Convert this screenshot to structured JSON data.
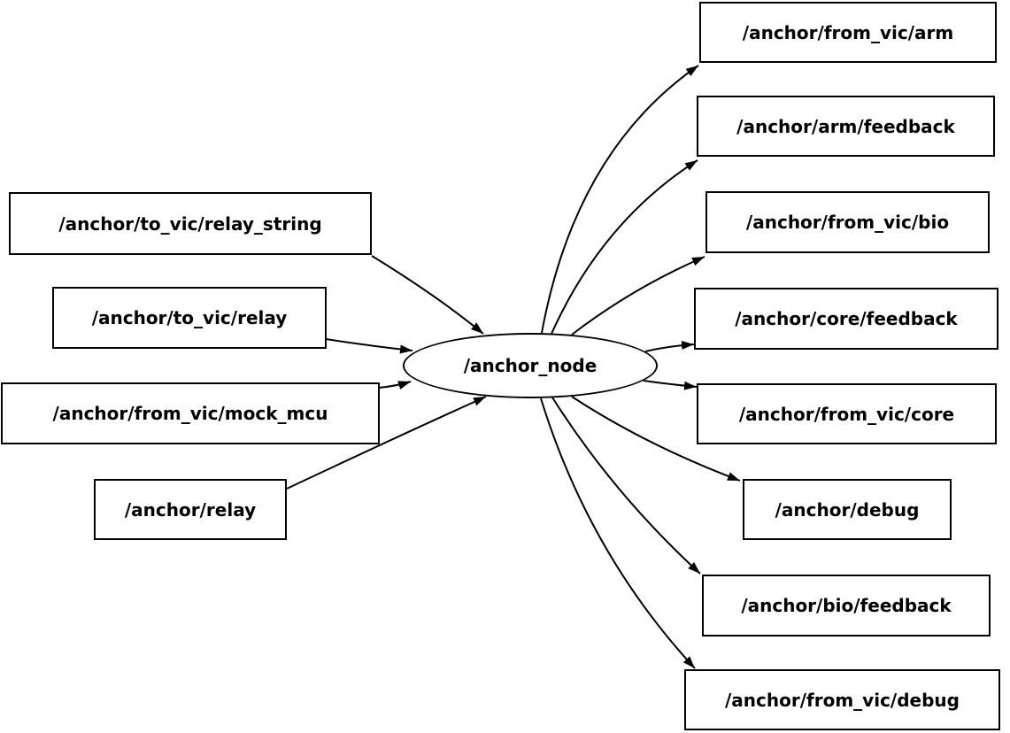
{
  "diagram": {
    "title": "ros-node-graph",
    "center_node": {
      "label": "/anchor_node",
      "shape": "ellipse"
    },
    "input_topics": [
      {
        "label": "/anchor/to_vic/relay_string"
      },
      {
        "label": "/anchor/to_vic/relay"
      },
      {
        "label": "/anchor/from_vic/mock_mcu"
      },
      {
        "label": "/anchor/relay"
      }
    ],
    "output_topics": [
      {
        "label": "/anchor/from_vic/arm"
      },
      {
        "label": "/anchor/arm/feedback"
      },
      {
        "label": "/anchor/from_vic/bio"
      },
      {
        "label": "/anchor/core/feedback"
      },
      {
        "label": "/anchor/from_vic/core"
      },
      {
        "label": "/anchor/debug"
      },
      {
        "label": "/anchor/bio/feedback"
      },
      {
        "label": "/anchor/from_vic/debug"
      }
    ],
    "edges": [
      {
        "from": "/anchor/to_vic/relay_string",
        "to": "/anchor_node"
      },
      {
        "from": "/anchor/to_vic/relay",
        "to": "/anchor_node"
      },
      {
        "from": "/anchor/from_vic/mock_mcu",
        "to": "/anchor_node"
      },
      {
        "from": "/anchor/relay",
        "to": "/anchor_node"
      },
      {
        "from": "/anchor_node",
        "to": "/anchor/from_vic/arm"
      },
      {
        "from": "/anchor_node",
        "to": "/anchor/arm/feedback"
      },
      {
        "from": "/anchor_node",
        "to": "/anchor/from_vic/bio"
      },
      {
        "from": "/anchor_node",
        "to": "/anchor/core/feedback"
      },
      {
        "from": "/anchor_node",
        "to": "/anchor/from_vic/core"
      },
      {
        "from": "/anchor_node",
        "to": "/anchor/debug"
      },
      {
        "from": "/anchor_node",
        "to": "/anchor/bio/feedback"
      },
      {
        "from": "/anchor_node",
        "to": "/anchor/from_vic/debug"
      }
    ],
    "colors": {
      "background": "#ffffff",
      "node_fill": "#ffffff",
      "stroke": "#000000",
      "text": "#000000"
    }
  }
}
